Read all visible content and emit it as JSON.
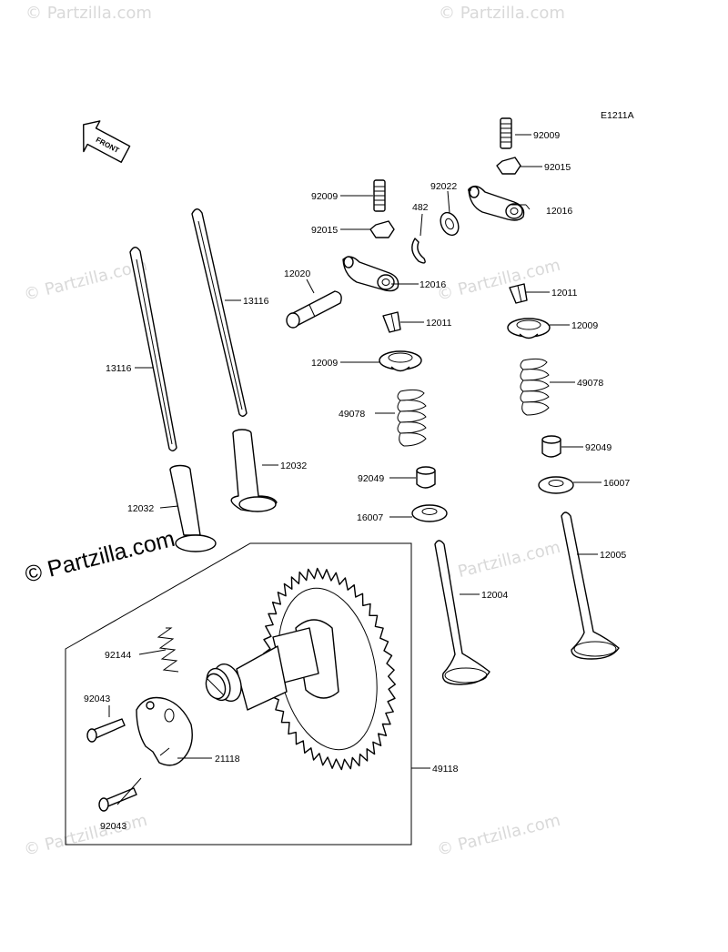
{
  "diagram_code": "E1211A",
  "front_arrow_text": "FRONT",
  "watermarks": {
    "small": "© Partzilla.com",
    "large": "© Partzilla.com"
  },
  "parts": {
    "p92009_right": "92009",
    "p92015_right": "92015",
    "p12016_right": "12016",
    "p92022": "92022",
    "p482": "482",
    "p92009_left": "92009",
    "p92015_left": "92015",
    "p12020": "12020",
    "p12016_left": "12016",
    "p12011_right": "12011",
    "p13116_center": "13116",
    "p12011_left": "12011",
    "p12009_right": "12009",
    "p13116_left": "13116",
    "p12009_left": "12009",
    "p49078_right": "49078",
    "p49078_left": "49078",
    "p92049_right": "92049",
    "p12032_right": "12032",
    "p92049_left": "92049",
    "p16007_right": "16007",
    "p12032_left": "12032",
    "p16007_left": "16007",
    "p12005": "12005",
    "p12004": "12004",
    "p92144": "92144",
    "p92043_top": "92043",
    "p21118": "21118",
    "p49118": "49118",
    "p92043_bottom": "92043"
  },
  "colors": {
    "line": "#000000",
    "watermark": "#d9d9d9",
    "background": "#ffffff"
  }
}
